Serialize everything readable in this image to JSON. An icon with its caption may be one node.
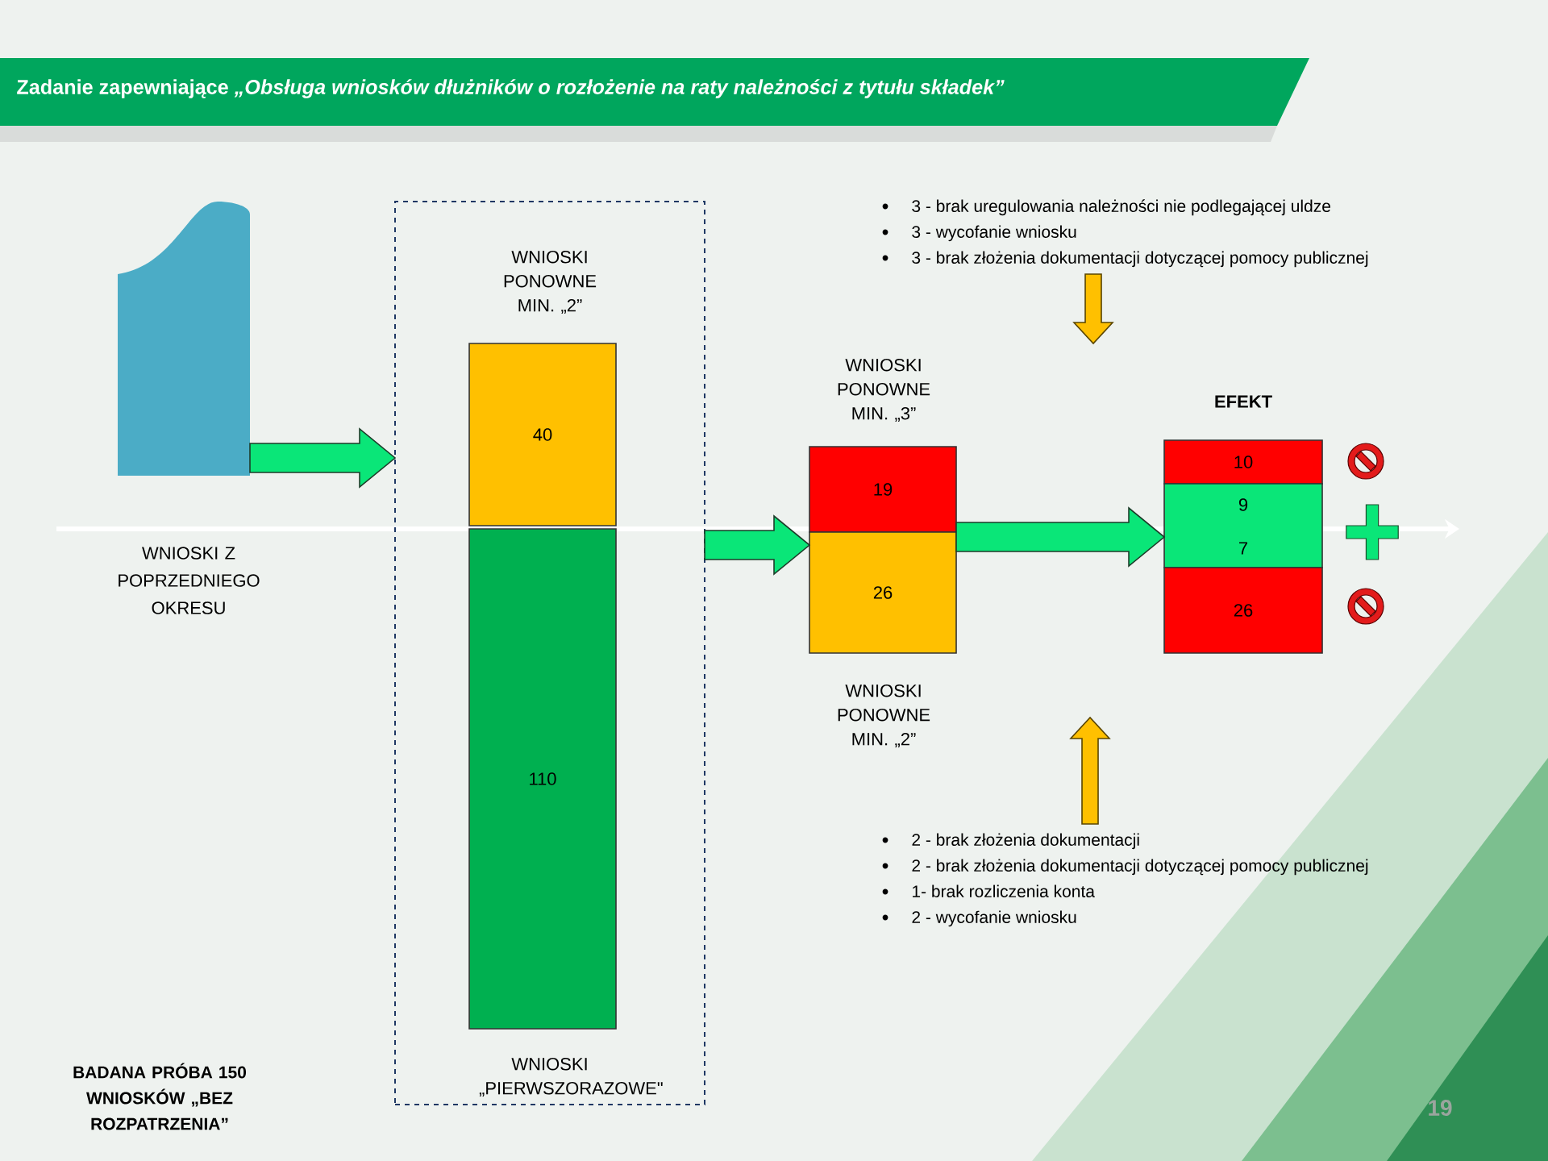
{
  "diagram": {
    "title": "Zadanie zapewniające *„Obsługa wniosków dłużników o rozłożenie na raty należności z tytułu składek”*",
    "nodes": [
      {
        "text": [],
        "shape": "bar",
        "beside": [
          "WNIOSKI Z POPRZEDNIEGO OKRESU"
        ]
      },
      {
        "text": [
          "WNIOSKI PONOWNE MIN. „2”",
          "WNIOSKI „PIERWSZORAZOWE\""
        ]
      },
      {
        "text": [
          "40"
        ],
        "in": 1
      },
      {
        "text": [
          "110"
        ],
        "in": 1
      },
      {
        "text": [
          "WNIOSKI PONOWNE MIN. „3”",
          "19"
        ]
      },
      {
        "text": [
          "26",
          "WNIOSKI PONOWNE MIN. „2”"
        ]
      },
      {
        "text": [
          "EFEKT",
          "10"
        ]
      },
      {
        "text": [
          "9",
          "7"
        ]
      },
      {
        "text": [
          "26"
        ]
      },
      {
        "text": [
          "3 - brak uregulowania należności nie podlegającej uldze",
          "3 - wycofanie wniosku",
          "3 - brak złożenia dokumentacji dotyczącej pomocy publicznej"
        ]
      },
      {
        "text": [
          "2 - brak złożenia dokumentacji",
          "2 - brak złożenia dokumentacji dotyczącej pomocy publicznej",
          "1- brak rozliczenia konta",
          "2 - wycofanie wniosku"
        ]
      }
    ],
    "edges": [
      {
        "from": 0,
        "to": 1,
        "arrow": "to"
      },
      {
        "from": 1,
        "to": 5,
        "arrow": "to"
      },
      {
        "from": 5,
        "to": 7,
        "arrow": "to"
      },
      {
        "from": 9,
        "to": null,
        "arrow": "to",
        "color": "#ffc000"
      },
      {
        "from": 10,
        "to": null,
        "arrow": "to",
        "color": "#ffc000"
      }
    ],
    "labels": [
      "BADANA PRÓBA 150 WNIOSKÓW „BEZ ROZPATRZENIA”",
      "19"
    ]
  }
}
